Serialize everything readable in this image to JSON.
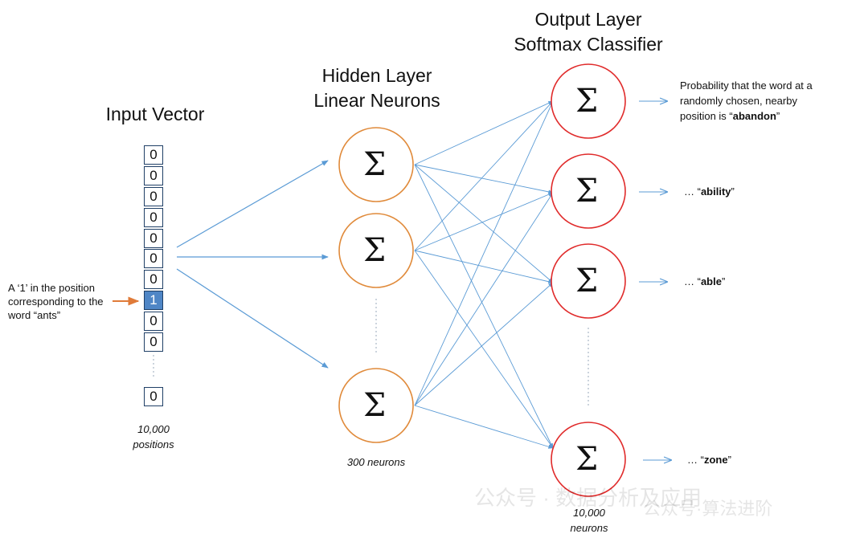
{
  "titles": {
    "input": "Input Vector",
    "hidden_line1": "Hidden Layer",
    "hidden_line2": "Linear Neurons",
    "output_line1": "Output Layer",
    "output_line2": "Softmax Classifier"
  },
  "input_vector": {
    "cells": [
      "0",
      "0",
      "0",
      "0",
      "0",
      "0",
      "0",
      "1",
      "0",
      "0"
    ],
    "last_cell": "0",
    "size_label_line1": "10,000",
    "size_label_line2": "positions"
  },
  "input_annotation": {
    "line1": "A ‘1’ in the position",
    "line2": "corresponding to the",
    "line3": "word “ants”"
  },
  "neuron_symbol": "Σ",
  "hidden_count_label": "300 neurons",
  "output_count_label_line1": "10,000",
  "output_count_label_line2": "neurons",
  "outputs": {
    "first_line1": "Probability that the word at a",
    "first_line2": "randomly chosen, nearby",
    "first_line3_prefix": "position is “",
    "first_word": "abandon",
    "first_suffix": "”",
    "ellipsis_prefix": "… “",
    "quote_close": "”",
    "word2": "ability",
    "word3": "able",
    "word4": "zone"
  },
  "watermark": {
    "text1": "公众号 · 数据分析及应用",
    "text2": "公众号·算法进阶"
  },
  "colors": {
    "hidden_neuron": "#e08a3a",
    "output_neuron": "#e02b2b",
    "connection": "#5b9bd5",
    "input_arrow": "#e07b39",
    "cell_border": "#1f3f66",
    "hot_cell": "#4f86c6"
  }
}
